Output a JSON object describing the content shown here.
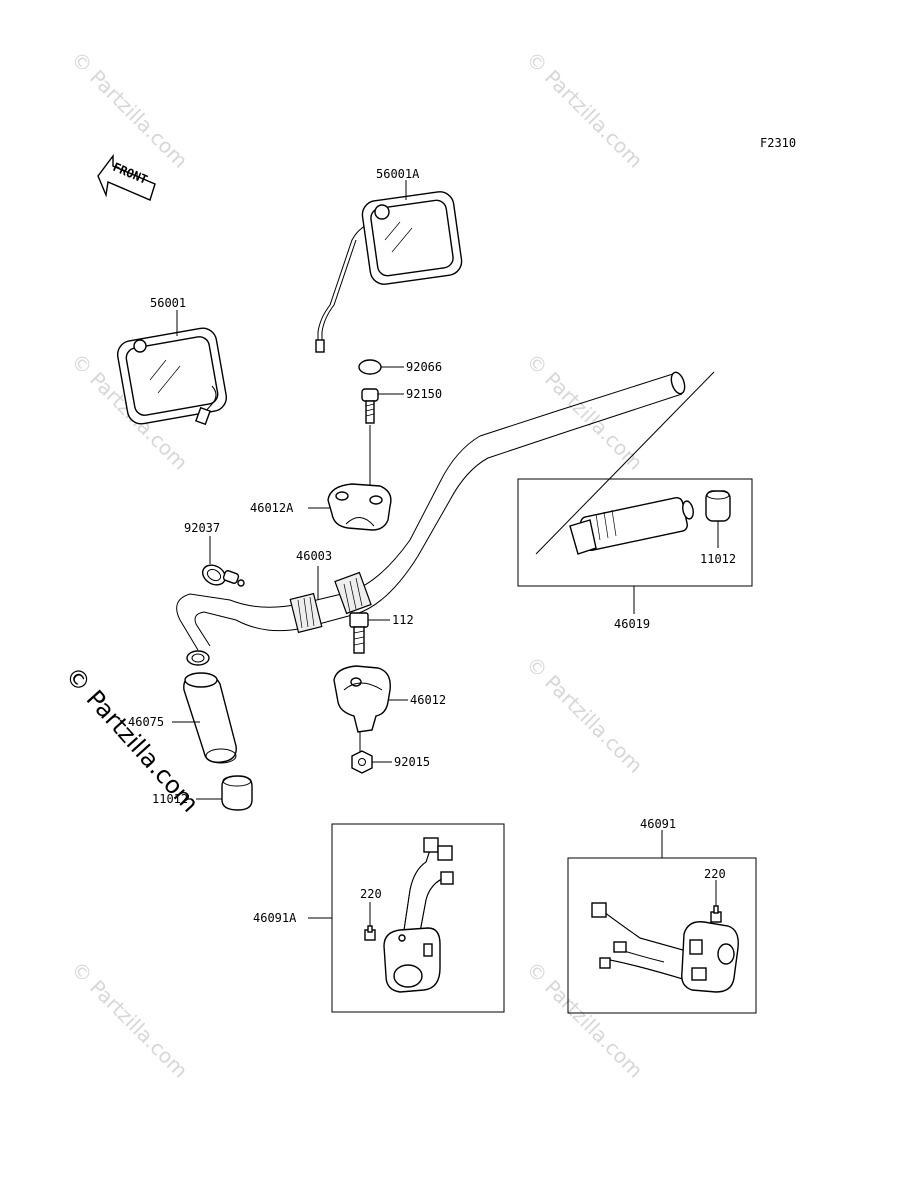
{
  "figure_code": "F2310",
  "front_label": "FRONT",
  "watermark": "© Partzilla.com",
  "callouts": {
    "mirror_right": "56001A",
    "mirror_left": "56001",
    "cap": "92066",
    "bolt_top": "92150",
    "holder_upper": "46012A",
    "clamp": "92037",
    "handlebar": "46003",
    "grip_assy": "46019",
    "grip_end_right": "11012",
    "bolt_lower": "112",
    "holder_lower": "46012",
    "grip_left": "46075",
    "nut": "92015",
    "grip_end_left": "11012",
    "switch_left": "46091A",
    "screw_left": "220",
    "switch_right": "46091",
    "screw_right": "220"
  }
}
